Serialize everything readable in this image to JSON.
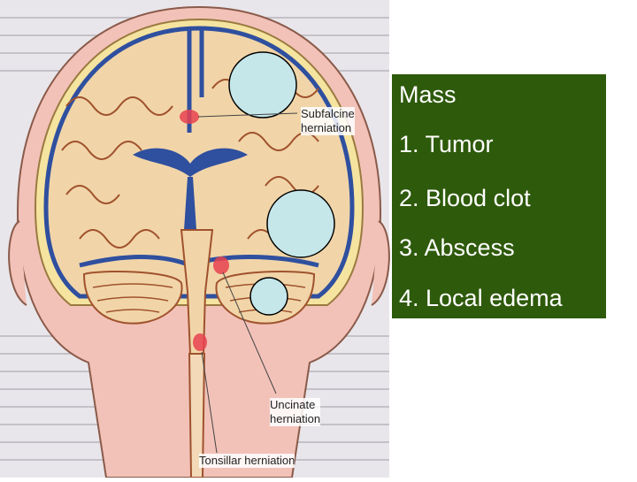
{
  "labels": {
    "subfalcine_line1": "Subfalcine",
    "subfalcine_line2": "herniation",
    "uncinate_line1": "Uncinate",
    "uncinate_line2": "herniation",
    "tonsillar": "Tonsillar herniation"
  },
  "panel": {
    "title": "Mass",
    "items": [
      "1. Tumor",
      "2. Blood clot",
      "3. Abscess",
      "4. Local edema"
    ]
  },
  "colors": {
    "panel_bg": "#2e5a0b",
    "panel_text": "#ffffff",
    "mass_fill": "#c5e7ea",
    "skin": "#f2c2b8",
    "brain": "#f1d5a8",
    "ventricle": "#2f4f9f",
    "herniation_red": "#e8424f"
  }
}
